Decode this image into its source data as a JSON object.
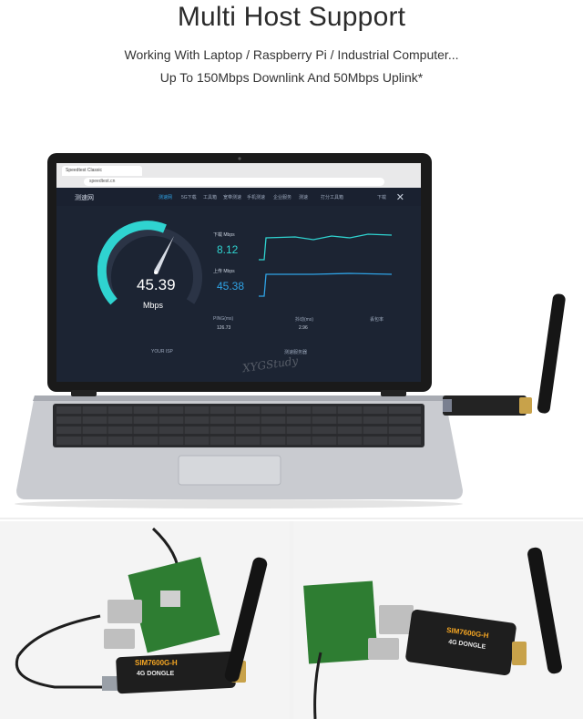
{
  "header": {
    "title": "Multi Host Support",
    "subtitle_line1": "Working With Laptop / Raspberry Pi / Industrial Computer...",
    "subtitle_line2": "Up To 150Mbps Downlink And 50Mbps Uplink*"
  },
  "screen": {
    "tab_title": "Speedtest Classic",
    "address": "speedtest.cn",
    "site_logo": "测速网",
    "nav_items": [
      "测速网",
      "5G下载",
      "工具箱",
      "宽带测速",
      "手机测速",
      "企业服务",
      "测速",
      "打分工具箱",
      "下载"
    ],
    "speed_value": "45.39",
    "speed_unit": "Mbps",
    "down_label": "下载 Mbps",
    "down_value": "8.12",
    "up_label": "上传 Mbps",
    "up_value": "45.38",
    "stats": [
      {
        "label": "PING(ms)",
        "value": "126.73"
      },
      {
        "label": "抖动(ms)",
        "value": "2.96"
      },
      {
        "label": "丢包率",
        "value": ""
      }
    ],
    "footer_left": "YOUR ISP",
    "footer_right": "测速服务器",
    "watermark": "XYGStudy"
  },
  "dongle": {
    "model": "SIM7600G-H",
    "label": "4G DONGLE"
  },
  "colors": {
    "gauge_track": "#2b3446",
    "gauge_arc": "#2fd3d0",
    "down_line": "#2fd3d0",
    "up_line": "#2fa3e6",
    "dongle_accent": "#f5a623",
    "pcb_green": "#2e7d32"
  }
}
